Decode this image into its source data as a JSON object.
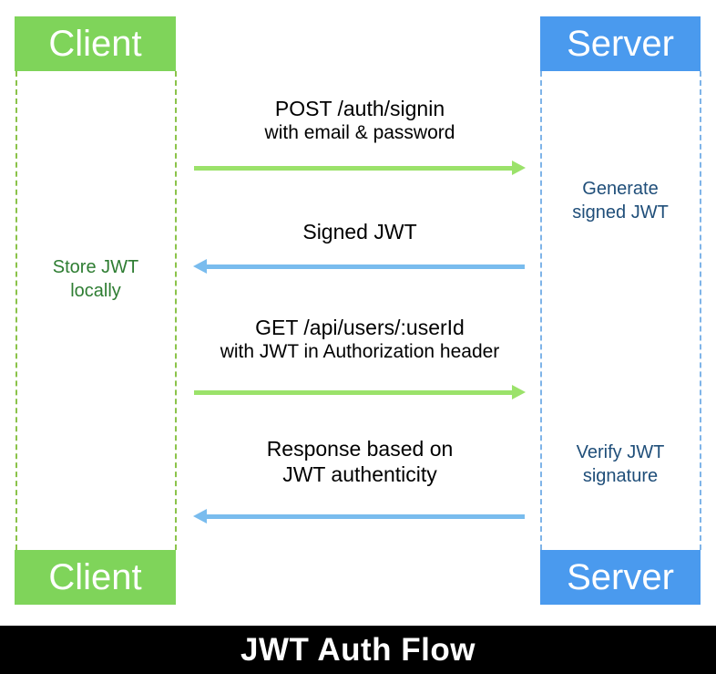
{
  "diagram": {
    "title": "JWT Auth Flow",
    "type": "sequence-diagram",
    "colors": {
      "client_accent": "#7FD45A",
      "server_accent": "#4A9AEE",
      "client_arrow": "#9BE26A",
      "server_arrow": "#79BCEE",
      "client_note_text": "#2E7D32",
      "server_note_text": "#1F4E79",
      "footer_background": "#000000",
      "footer_text": "#FFFFFF",
      "canvas_background": "#FFFFFF"
    }
  },
  "actors": {
    "client": {
      "label": "Client",
      "header_label": "Client",
      "footer_label": "Client"
    },
    "server": {
      "label": "Server",
      "header_label": "Server",
      "footer_label": "Server"
    }
  },
  "messages": [
    {
      "index": 1,
      "from": "client",
      "to": "server",
      "direction": "right",
      "color": "#9BE26A",
      "line1": "POST /auth/signin",
      "line2": "with email & password"
    },
    {
      "index": 2,
      "from": "server",
      "to": "client",
      "direction": "left",
      "color": "#79BCEE",
      "line1": "Signed JWT",
      "line2": ""
    },
    {
      "index": 3,
      "from": "client",
      "to": "server",
      "direction": "right",
      "color": "#9BE26A",
      "line1": "GET /api/users/:userId",
      "line2": "with JWT in Authorization header"
    },
    {
      "index": 4,
      "from": "server",
      "to": "client",
      "direction": "left",
      "color": "#79BCEE",
      "line1": "Response based on",
      "line2": "JWT authenticity"
    }
  ],
  "notes": [
    {
      "index": 1,
      "side": "server",
      "line1": "Generate",
      "line2": "signed JWT"
    },
    {
      "index": 2,
      "side": "client",
      "line1": "Store JWT",
      "line2": "locally"
    },
    {
      "index": 3,
      "side": "server",
      "line1": "Verify JWT",
      "line2": "signature"
    }
  ],
  "footer": {
    "title": "JWT Auth Flow"
  }
}
